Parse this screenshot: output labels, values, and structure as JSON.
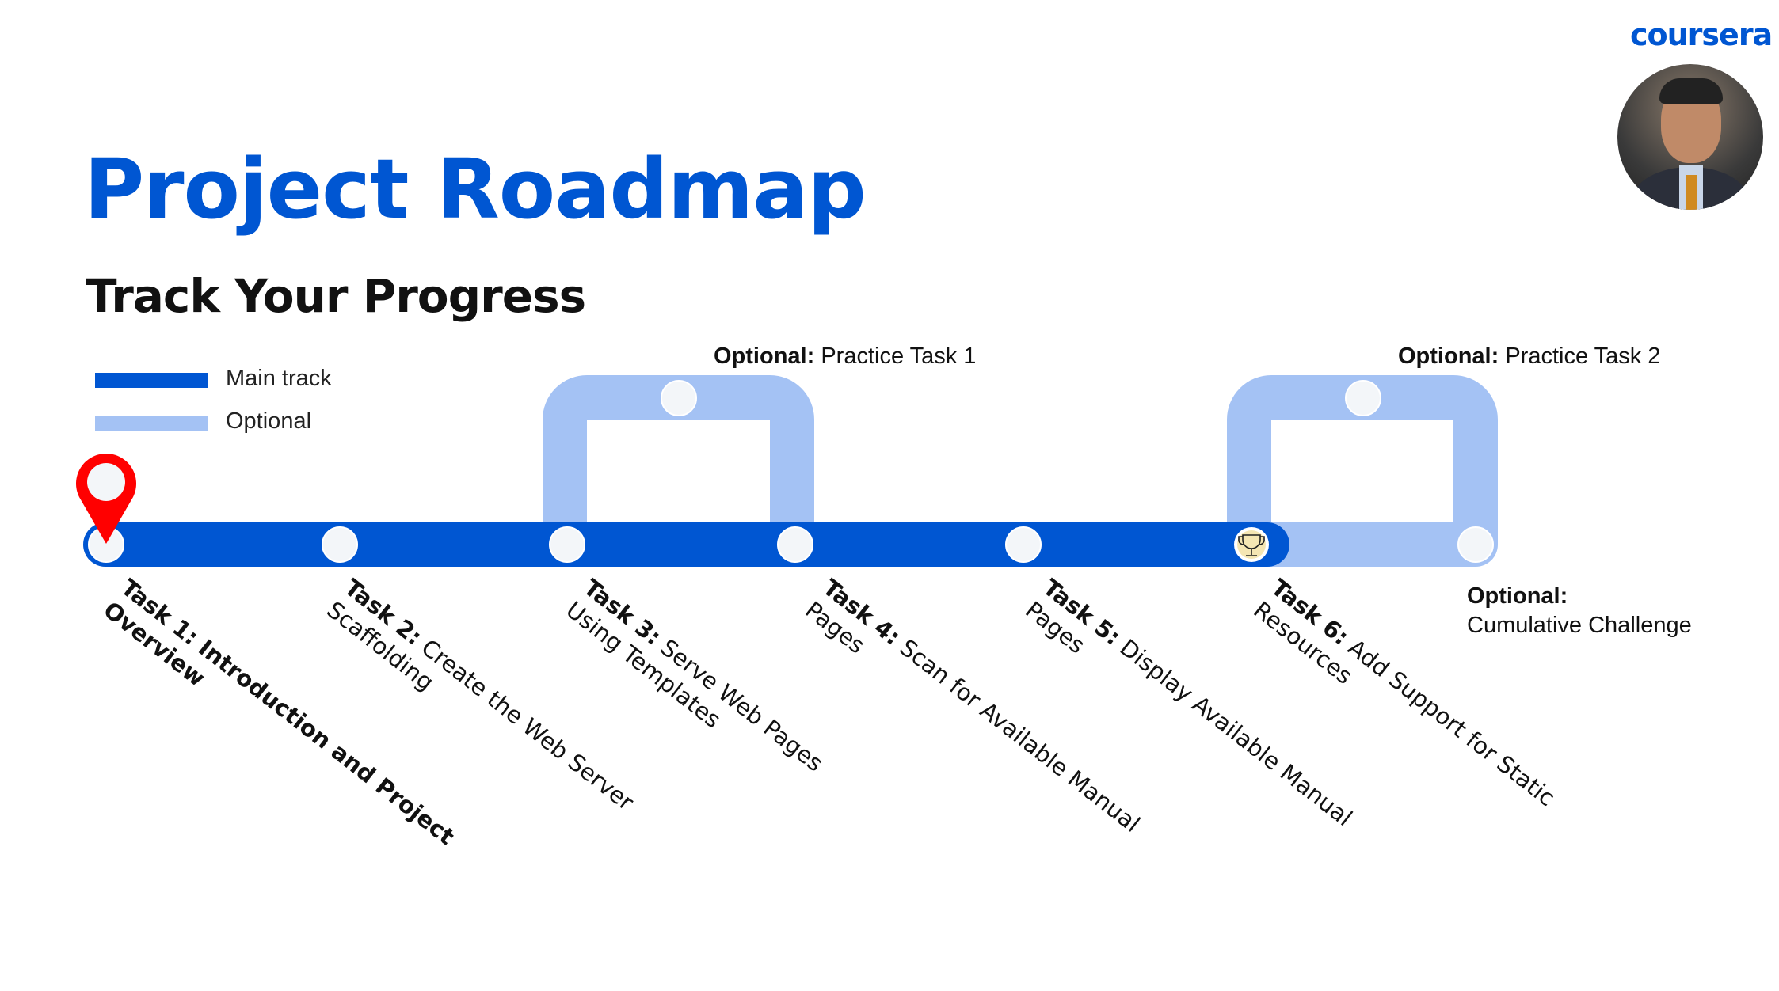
{
  "brand": {
    "logo_text": "coursera"
  },
  "header": {
    "title": "Project Roadmap",
    "subtitle": "Track Your Progress"
  },
  "legend": [
    {
      "label": "Main track",
      "color": "#0056D2"
    },
    {
      "label": "Optional",
      "color": "#A4C2F4"
    }
  ],
  "current_position": "Task 1",
  "tasks": [
    {
      "bold": "Task 1: Introduction and Project",
      "rest": "",
      "line2": "Overview",
      "all_bold": true
    },
    {
      "bold": "Task 2:",
      "rest": " Create the Web Server",
      "line2": "Scaffolding"
    },
    {
      "bold": "Task 3:",
      "rest": " Serve Web Pages",
      "line2": "Using Templates"
    },
    {
      "bold": "Task 4:",
      "rest": " Scan for Available Manual",
      "line2": "Pages"
    },
    {
      "bold": "Task 5:",
      "rest": " Display Available Manual",
      "line2": "Pages"
    },
    {
      "bold": "Task 6:",
      "rest": " Add Support for Static",
      "line2": "Resources"
    }
  ],
  "optional": [
    {
      "bold": "Optional:",
      "rest": " Practice Task 1"
    },
    {
      "bold": "Optional:",
      "rest": " Practice Task 2"
    },
    {
      "bold": "Optional:",
      "rest": "Cumulative Challenge"
    }
  ],
  "colors": {
    "main": "#0056D2",
    "optional": "#A4C2F4",
    "node": "#F3F6F9",
    "pin": "#FF0000",
    "trophy_bg": "#F5E6B3"
  }
}
